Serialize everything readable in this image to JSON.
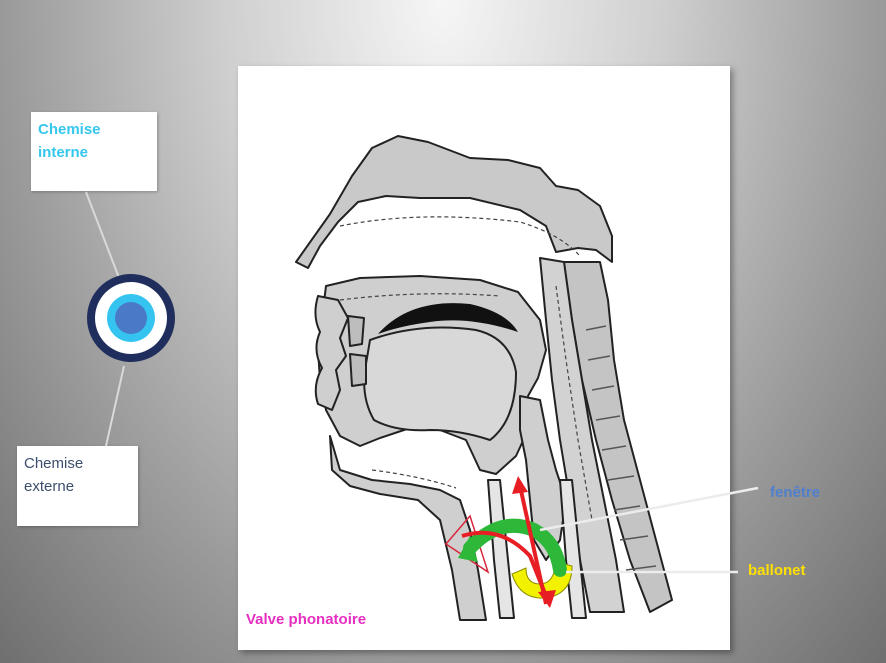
{
  "labels": {
    "chemise_interne_line1": "Chemise",
    "chemise_interne_line2": "interne",
    "chemise_externe_line1": "Chemise",
    "chemise_externe_line2": "externe",
    "fenetre": "fenêtre",
    "ballonet": "ballonet",
    "valve": "Valve phonatoire"
  },
  "colors": {
    "interne_text": "#35c7ee",
    "externe_text": "#3b4e6e",
    "fenetre_text": "#4f7fcf",
    "ballonet_text": "#ffe000",
    "valve_text": "#e62fc0",
    "arrow_red": "#e81e25",
    "arrow_green": "#2db83a",
    "cuff_yellow": "#f2f200"
  },
  "icons": [
    "cannula-cross-section-icon",
    "airflow-arrow-icon",
    "cuff-icon"
  ]
}
